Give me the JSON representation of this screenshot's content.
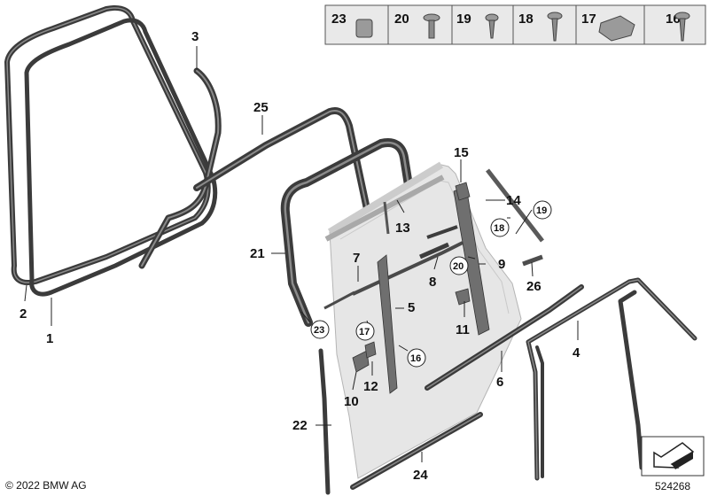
{
  "header_parts": [
    "23",
    "20",
    "19",
    "18",
    "17",
    "16"
  ],
  "callouts": {
    "c1": "1",
    "c2": "2",
    "c3": "3",
    "c4": "4",
    "c5": "5",
    "c6": "6",
    "c7": "7",
    "c8": "8",
    "c9": "9",
    "c10": "10",
    "c11": "11",
    "c12": "12",
    "c13": "13",
    "c14": "14",
    "c15": "15",
    "c21": "21",
    "c22": "22",
    "c24": "24",
    "c25": "25",
    "c26": "26"
  },
  "circled_callouts": {
    "c16": "16",
    "c17": "17",
    "c18": "18",
    "c19": "19",
    "c20": "20",
    "c23": "23"
  },
  "copyright": "© 2022 BMW AG",
  "diagram_number": "524268",
  "colors": {
    "seal": "#3b3b3b",
    "door_panel": "#e6e6e6",
    "part": "#6f6f6f"
  }
}
